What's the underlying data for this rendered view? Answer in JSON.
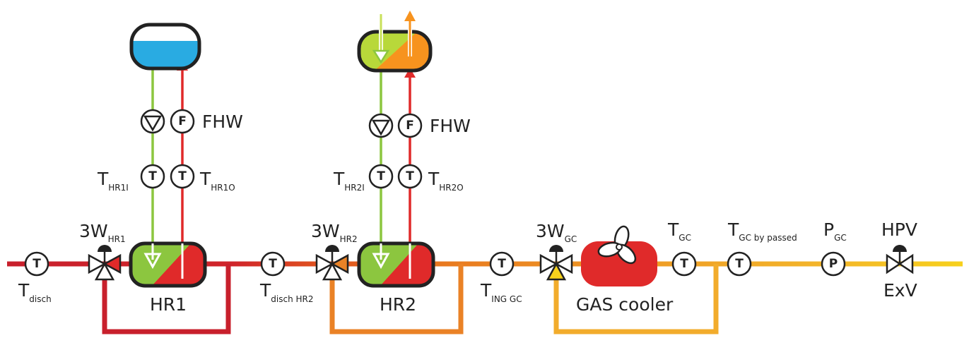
{
  "labels": {
    "t_disch": {
      "main": "T",
      "sub": "disch"
    },
    "three_w_hr1": {
      "main": "3W",
      "sub": "HR1"
    },
    "hr1": "HR1",
    "t_hr1i": {
      "main": "T",
      "sub": "HR1I"
    },
    "t_hr1o": {
      "main": "T",
      "sub": "HR1O"
    },
    "fhw_1": "FHW",
    "t_disch_hr2": {
      "main": "T",
      "sub": "disch HR2"
    },
    "three_w_hr2": {
      "main": "3W",
      "sub": "HR2"
    },
    "hr2": "HR2",
    "t_hr2i": {
      "main": "T",
      "sub": "HR2I"
    },
    "t_hr2o": {
      "main": "T",
      "sub": "HR2O"
    },
    "fhw_2": "FHW",
    "t_ing_gc": {
      "main": "T",
      "sub": "ING GC"
    },
    "three_w_gc": {
      "main": "3W",
      "sub": "GC"
    },
    "gas_cooler": "GAS cooler",
    "t_gc": {
      "main": "T",
      "sub": "GC"
    },
    "t_gc_bypassed": {
      "main": "T",
      "sub": "GC by passed"
    },
    "p_gc": {
      "main": "P",
      "sub": "GC"
    },
    "hpv": "HPV",
    "exv": "ExV"
  },
  "symbols": {
    "temperature": "T",
    "flow": "F",
    "pressure": "P"
  },
  "colors": {
    "pipe_red": "#c8202c",
    "pipe_orange": "#e97a1f",
    "pipe_orange_light": "#f0a030",
    "pipe_yellow": "#f7d21c",
    "water_green": "#8cc63f",
    "water_red": "#e02a2a",
    "tank_blue": "#29abe2",
    "outline": "#222222"
  }
}
